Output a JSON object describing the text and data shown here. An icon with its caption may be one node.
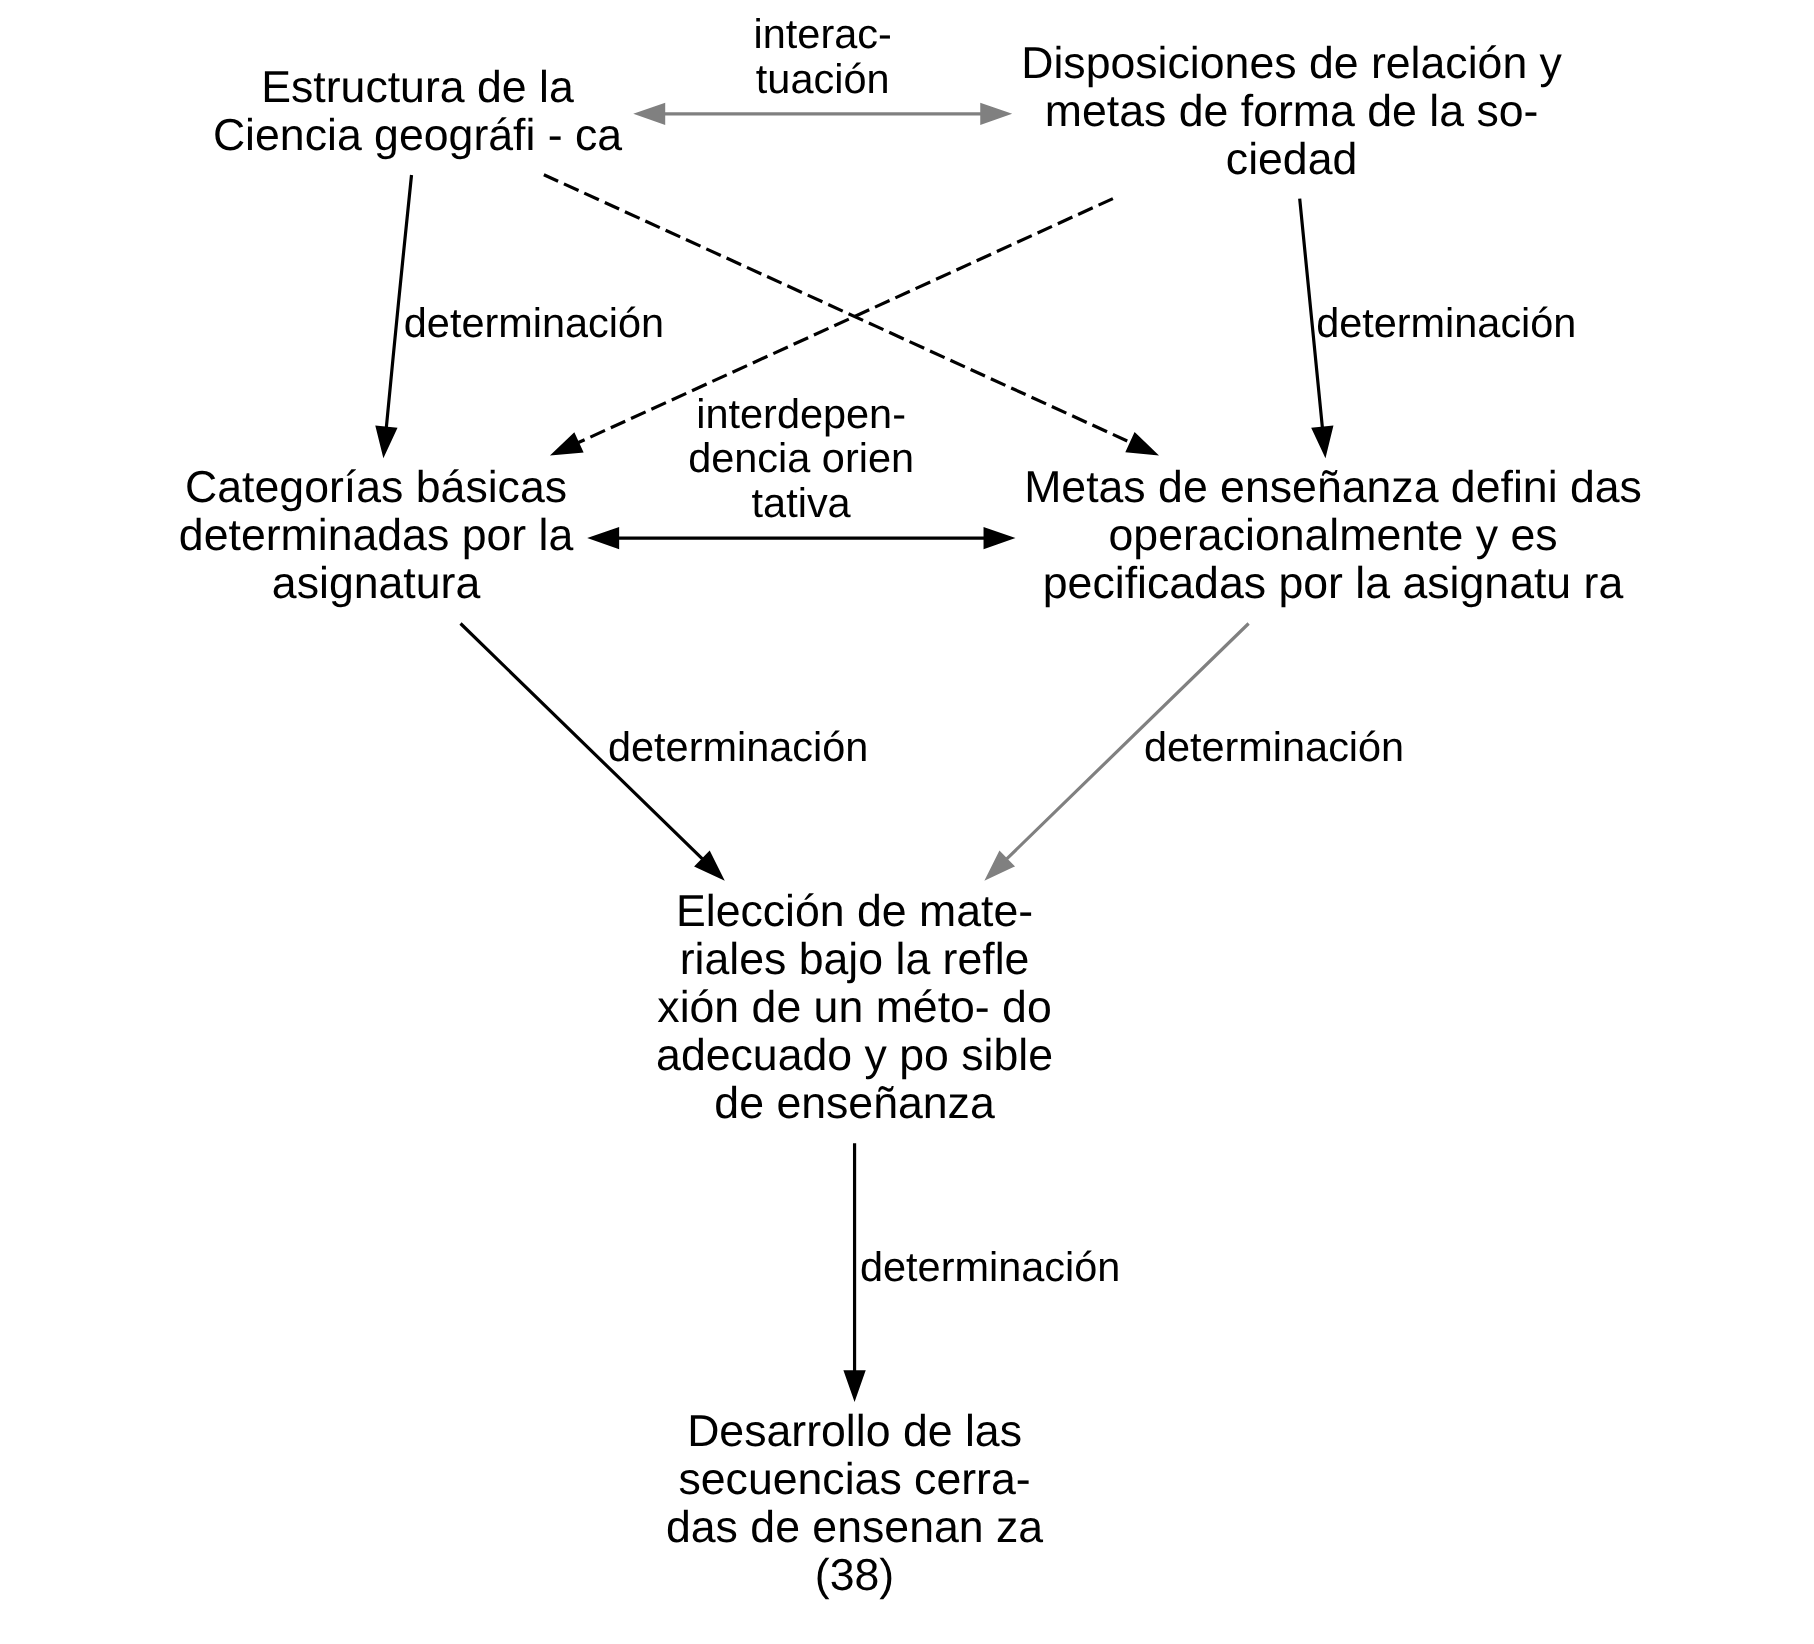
{
  "diagram": {
    "nodes": [
      {
        "text": [
          "Estructura de la Ciencia geográfi - ca"
        ]
      },
      {
        "text": [
          "Disposiciones de relación y metas de forma de la so- ciedad"
        ]
      },
      {
        "text": [
          "Categorías básicas determinadas por la asignatura"
        ]
      },
      {
        "text": [
          "Metas de enseñanza defini das operacionalmente y es pecificadas por la asignatu ra"
        ]
      },
      {
        "text": [
          "Elección de mate- riales bajo la refle xión de un méto- do adecuado y po sible de enseñanza"
        ]
      },
      {
        "text": [
          "Desarrollo de las secuencias cerra- das de ensenan za (38)"
        ]
      }
    ],
    "edges": [
      {
        "from": 0,
        "to": 1,
        "arrow": "both",
        "label": "interac- tuación",
        "color": "#808080"
      },
      {
        "from": 0,
        "to": 3,
        "arrow": "to",
        "style": "dashed"
      },
      {
        "from": 1,
        "to": 2,
        "arrow": "to",
        "style": "dashed"
      },
      {
        "from": 0,
        "to": 2,
        "arrow": "to",
        "label": "determinación"
      },
      {
        "from": 1,
        "to": 3,
        "arrow": "to",
        "label": "determinación"
      },
      {
        "from": 2,
        "to": 3,
        "arrow": "both",
        "label": "interdepen- dencia orien tativa"
      },
      {
        "from": 2,
        "to": 4,
        "arrow": "to",
        "label": "determinación"
      },
      {
        "from": 3,
        "to": 4,
        "arrow": "to",
        "label": "determinación",
        "color": "#808080"
      },
      {
        "from": 4,
        "to": 5,
        "arrow": "to",
        "label": "determinación"
      }
    ]
  }
}
